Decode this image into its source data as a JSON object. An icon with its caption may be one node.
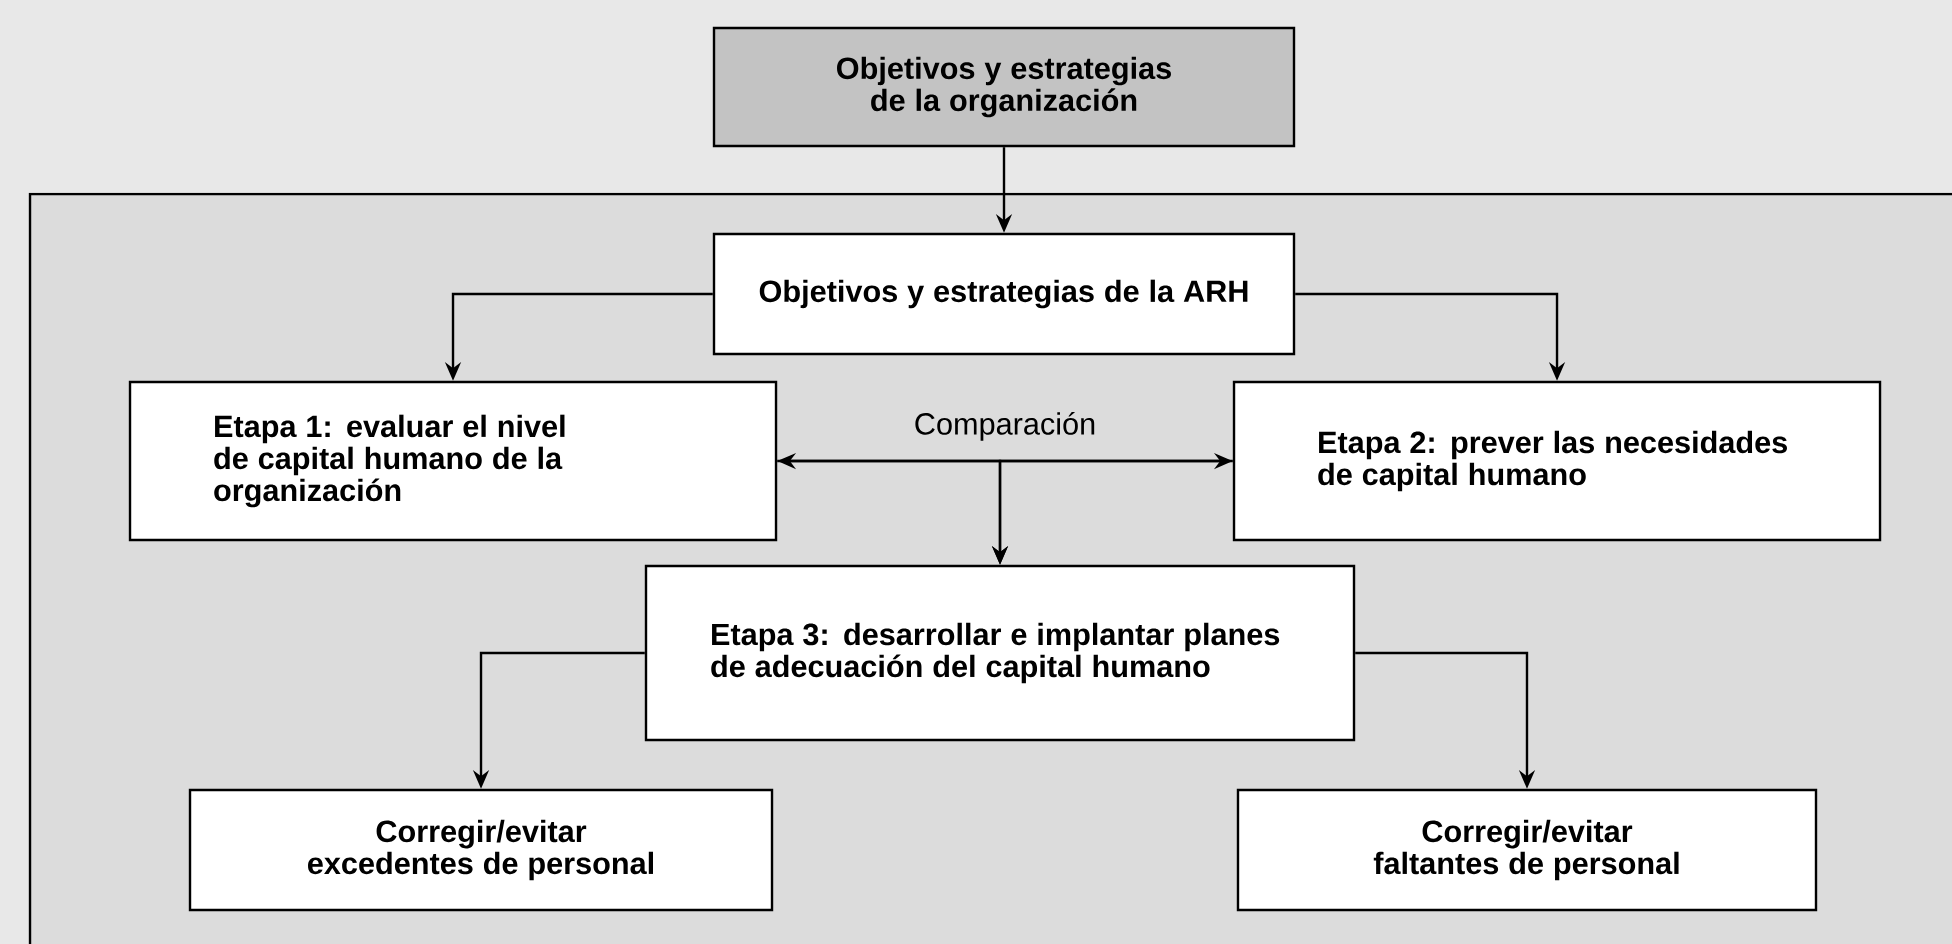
{
  "diagram": {
    "nodes": [
      {
        "text": [
          "Objetivos y estrategias de la organización"
        ]
      },
      {
        "text": [],
        "shape": "box"
      },
      {
        "text": [
          "Objetivos y estrategias de la ARH"
        ],
        "in": 1
      },
      {
        "text": [
          "Etapa 1: evaluar el nivel de capital humano de la organización"
        ],
        "in": 1
      },
      {
        "text": [
          "Etapa 2: prever las necesidades de capital humano"
        ],
        "in": 1
      },
      {
        "text": [
          "Etapa 3: desarrollar e implantar planes de adecuación del capital humano"
        ],
        "in": 1
      },
      {
        "text": [
          "Corregir/evitar excedentes de personal"
        ],
        "in": 1
      },
      {
        "text": [
          "Corregir/evitar faltantes de personal"
        ],
        "in": 1
      }
    ],
    "edges": [
      {
        "from": 0,
        "to": 2,
        "arrow": "to"
      },
      {
        "from": 2,
        "to": 3,
        "arrow": "to"
      },
      {
        "from": 2,
        "to": 4,
        "arrow": "to"
      },
      {
        "from": 3,
        "to": 4,
        "arrow": "both",
        "label": "Comparación"
      },
      {
        "from": 3,
        "to": 5,
        "arrow": "to"
      },
      {
        "from": 4,
        "to": 5,
        "arrow": "to"
      },
      {
        "from": 5,
        "to": 6,
        "arrow": "to"
      },
      {
        "from": 5,
        "to": 7,
        "arrow": "to"
      }
    ]
  }
}
